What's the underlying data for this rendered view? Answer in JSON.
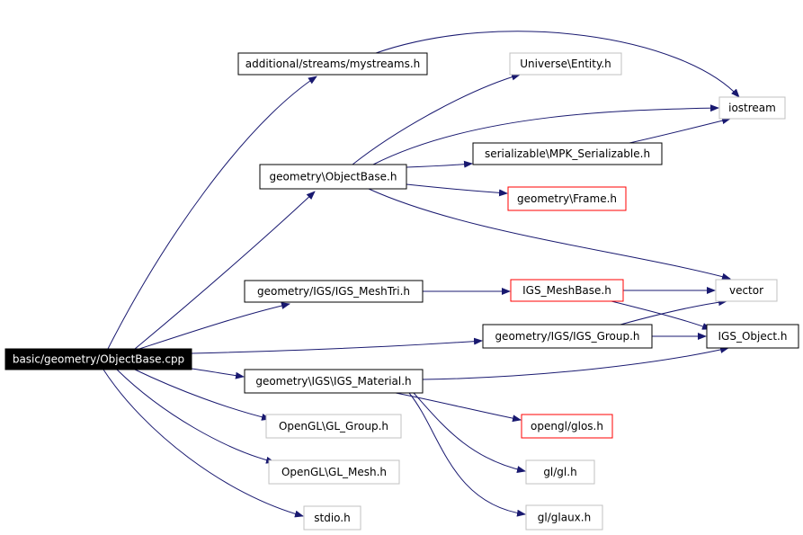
{
  "colors": {
    "edge": "#191970",
    "box_black": "#000000",
    "box_gray": "#c0c0c0",
    "box_red": "#ff0000",
    "root_fill": "#000000",
    "root_text": "#ffffff",
    "text": "#000000"
  },
  "nodes": {
    "root": {
      "label": "basic/geometry/ObjectBase.cpp",
      "style": "root"
    },
    "mystreams": {
      "label": "additional/streams/mystreams.h",
      "style": "black"
    },
    "entity": {
      "label": "Universe\\Entity.h",
      "style": "gray"
    },
    "iostream": {
      "label": "iostream",
      "style": "gray"
    },
    "serializable": {
      "label": "serializable\\MPK_Serializable.h",
      "style": "black"
    },
    "objectbase": {
      "label": "geometry\\ObjectBase.h",
      "style": "black"
    },
    "frame": {
      "label": "geometry\\Frame.h",
      "style": "red"
    },
    "meshtri": {
      "label": "geometry/IGS/IGS_MeshTri.h",
      "style": "black"
    },
    "meshbase": {
      "label": "IGS_MeshBase.h",
      "style": "red"
    },
    "vector": {
      "label": "vector",
      "style": "gray"
    },
    "group": {
      "label": "geometry/IGS/IGS_Group.h",
      "style": "black"
    },
    "object": {
      "label": "IGS_Object.h",
      "style": "black"
    },
    "material": {
      "label": "geometry\\IGS\\IGS_Material.h",
      "style": "black"
    },
    "glgroup": {
      "label": "OpenGL\\GL_Group.h",
      "style": "gray"
    },
    "glos": {
      "label": "opengl/glos.h",
      "style": "red"
    },
    "glmesh": {
      "label": "OpenGL\\GL_Mesh.h",
      "style": "gray"
    },
    "glh": {
      "label": "gl/gl.h",
      "style": "gray"
    },
    "stdio": {
      "label": "stdio.h",
      "style": "gray"
    },
    "glaux": {
      "label": "gl/glaux.h",
      "style": "gray"
    }
  },
  "edges": [
    [
      "root",
      "mystreams"
    ],
    [
      "root",
      "objectbase"
    ],
    [
      "root",
      "meshtri"
    ],
    [
      "root",
      "group"
    ],
    [
      "root",
      "material"
    ],
    [
      "root",
      "glgroup"
    ],
    [
      "root",
      "glmesh"
    ],
    [
      "root",
      "stdio"
    ],
    [
      "mystreams",
      "iostream"
    ],
    [
      "objectbase",
      "entity"
    ],
    [
      "objectbase",
      "iostream"
    ],
    [
      "objectbase",
      "serializable"
    ],
    [
      "objectbase",
      "frame"
    ],
    [
      "objectbase",
      "vector"
    ],
    [
      "serializable",
      "iostream"
    ],
    [
      "meshtri",
      "meshbase"
    ],
    [
      "meshbase",
      "vector"
    ],
    [
      "meshbase",
      "object"
    ],
    [
      "group",
      "vector"
    ],
    [
      "group",
      "object"
    ],
    [
      "material",
      "object"
    ],
    [
      "material",
      "glos"
    ],
    [
      "material",
      "glh"
    ],
    [
      "material",
      "glaux"
    ]
  ]
}
